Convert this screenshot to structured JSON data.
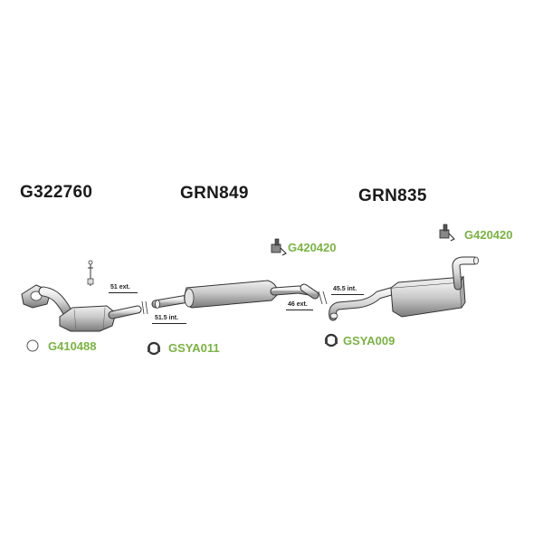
{
  "labels": {
    "cat_converter": "G322760",
    "middle_silencer": "GRN849",
    "rear_silencer": "GRN835"
  },
  "parts": {
    "gasket": "G410488",
    "clamp_1": "GSYA011",
    "hanger_1": "G420420",
    "clamp_2": "GSYA009",
    "hanger_2": "G420420"
  },
  "dimensions": {
    "d1": "51 ext.",
    "d2": "51.5 int.",
    "d3": "45.5 int.",
    "d4": "46 ext."
  },
  "colors": {
    "part_label": "#7ab342",
    "main_label": "#1a1a1a",
    "line": "#555555"
  }
}
